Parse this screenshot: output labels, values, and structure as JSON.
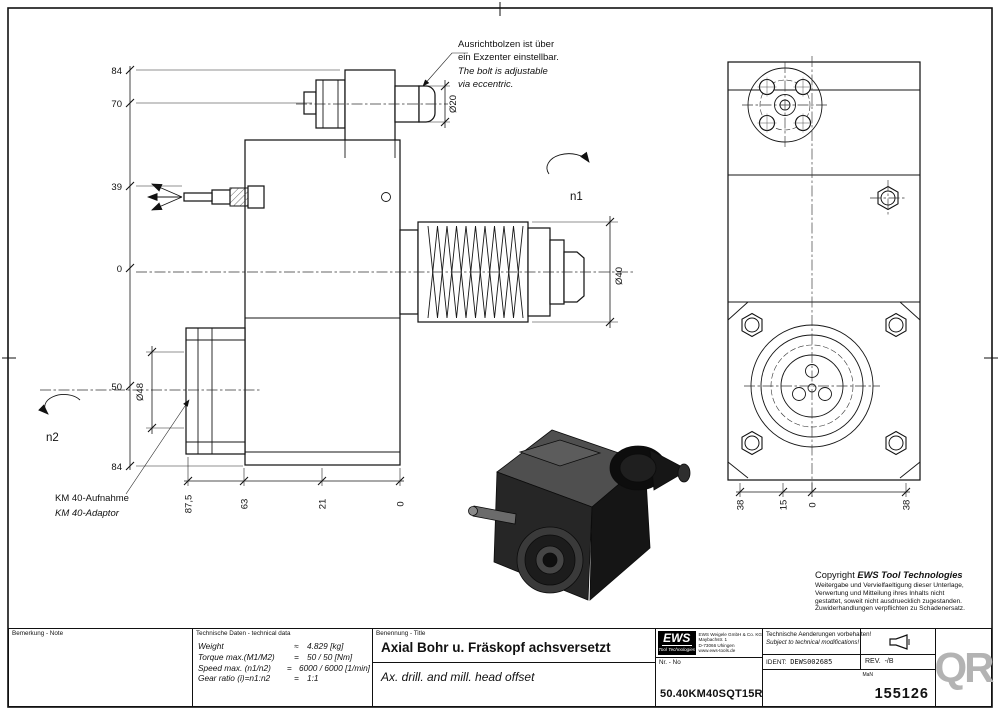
{
  "annotation": {
    "line1_de": "Ausrichtbolzen ist über",
    "line2_de": "ein Exzenter einstellbar.",
    "line1_en": "The bolt is adjustable",
    "line2_en": "via eccentric."
  },
  "labels": {
    "n1": "n1",
    "n2": "n2",
    "dia20": "Ø20",
    "dia40": "Ø40",
    "dia48": "Ø48",
    "km_de": "KM 40-Aufnahme",
    "km_en": "KM 40-Adaptor"
  },
  "dims": {
    "side_vertical": [
      "84",
      "70",
      "39",
      "0",
      "50",
      "84"
    ],
    "side_horizontal": [
      "87,5",
      "63",
      "21",
      "0"
    ],
    "front_horizontal": [
      "38",
      "15",
      "0",
      "38"
    ]
  },
  "copyright": {
    "prefix": "Copyright ",
    "brand": "EWS",
    "suffix": " Tool Technologies",
    "line2": "Weitergabe und Vervielfaeltigung dieser Unterlage,",
    "line3": "Verwertung und Mitteilung ihres Inhalts nicht",
    "line4": "gestattet, soweit nicht ausdruecklich zugestanden.",
    "line5": "Zuwiderhandlungen verpflichten zu Schadenersatz."
  },
  "titleblock": {
    "note_label": "Bemerkung - Note",
    "techdata": {
      "header": "Technische Daten - technical data",
      "rows": [
        {
          "label": "Weight",
          "op": "≈",
          "value": "4.829 [kg]"
        },
        {
          "label": "Torque max.(M1/M2)",
          "op": "=",
          "value": "50 / 50 [Nm]"
        },
        {
          "label": "Speed max. (n1/n2)",
          "op": "=",
          "value": "6000 / 6000 [1/min]"
        },
        {
          "label": "Gear ratio  (i)=n1:n2",
          "op": "=",
          "value": "1:1"
        }
      ]
    },
    "title": {
      "header": "Benennung - Title",
      "de": "Axial Bohr u. Fräskopf achsversetzt",
      "en": "Ax. drill. and mill. head offset"
    },
    "company": {
      "logo_main": "EWS",
      "logo_sub": "Tool Technologies",
      "name": "EWS Weigele GmbH & Co. KG",
      "addr1": "Maybachstr. 1",
      "addr2": "D-73066 Uhingen",
      "addr3": "www.ews-tools.de"
    },
    "partno_label": "Nr. - No",
    "partno": "50.40KM40SQT15R",
    "notice_de": "Technische Aenderungen vorbehalten!",
    "notice_en": "Subject to technical modifications!",
    "ident_label": "IDENT:",
    "ident_value": "DEWS002685",
    "rev_label": "REV.",
    "rev_value": "-/B",
    "small_mark": "MaN",
    "drawing_no": "155126",
    "qr_text": "QR"
  }
}
